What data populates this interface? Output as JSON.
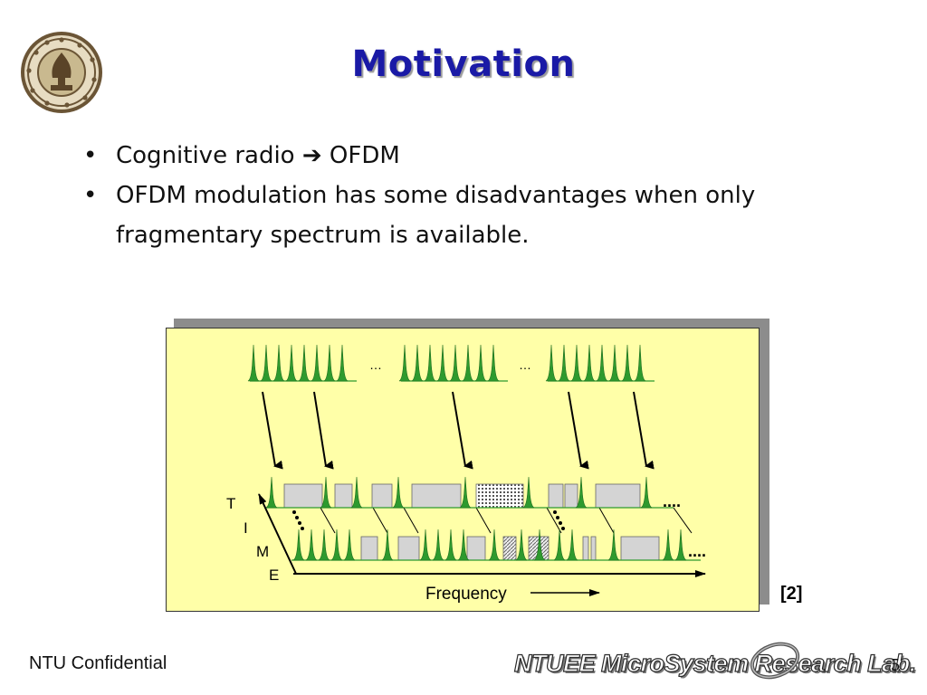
{
  "slide": {
    "title": "Motivation",
    "bullets": [
      {
        "text": "Cognitive radio ➔ OFDM"
      },
      {
        "text": "OFDM modulation has some disadvantages when only fragmentary spectrum is available."
      }
    ],
    "figure": {
      "axis_letters": [
        "T",
        "I",
        "M",
        "E"
      ],
      "frequency_label": "Frequency",
      "ellipsis_top": "…",
      "trailing_dots": "....",
      "reference": "[2]"
    },
    "footer": {
      "confidential": "NTU Confidential",
      "lab_name": "NTUEE MicroSystem Research Lab.",
      "page_number": "5"
    },
    "colors": {
      "title": "#1a1aa6",
      "figure_background": "#ffffa8",
      "spike": "#2e9a2e",
      "block": "#d4d4d4"
    },
    "icons": [
      "university-seal-icon",
      "arrow-right-icon"
    ]
  }
}
